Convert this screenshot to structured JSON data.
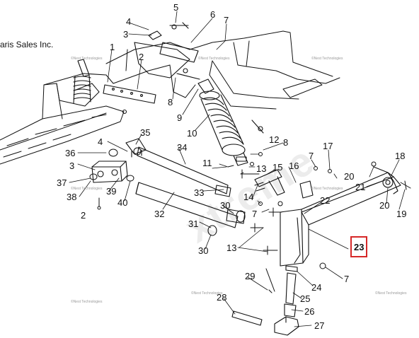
{
  "diagram": {
    "copyright": "aris Sales Inc.",
    "watermark_big": "xtreme",
    "watermark_small": "©Nest Technologies",
    "highlight_color": "#d62828",
    "line_color": "#111111",
    "highlighted_callout": "23",
    "callouts": {
      "c1": "1",
      "c2a": "2",
      "c2b": "2",
      "c3a": "3",
      "c3b": "3",
      "c4a": "4",
      "c4b": "4",
      "c5": "5",
      "c6": "6",
      "c7a": "7",
      "c7b": "7",
      "c7c": "7",
      "c7d": "7",
      "c8a": "8",
      "c8b": "8",
      "c9": "9",
      "c10": "10",
      "c11": "11",
      "c12": "12",
      "c13a": "13",
      "c13b": "13",
      "c14": "14",
      "c15": "15",
      "c16": "16",
      "c17": "17",
      "c18": "18",
      "c19": "19",
      "c20a": "20",
      "c20b": "20",
      "c21": "21",
      "c22": "22",
      "c23": "23",
      "c24": "24",
      "c25": "25",
      "c26": "26",
      "c27": "27",
      "c28": "28",
      "c29": "29",
      "c30a": "30",
      "c30b": "30",
      "c31": "31",
      "c32": "32",
      "c33": "33",
      "c34": "34",
      "c35": "35",
      "c36": "36",
      "c37": "37",
      "c38": "38",
      "c39": "39",
      "c40": "40"
    }
  }
}
